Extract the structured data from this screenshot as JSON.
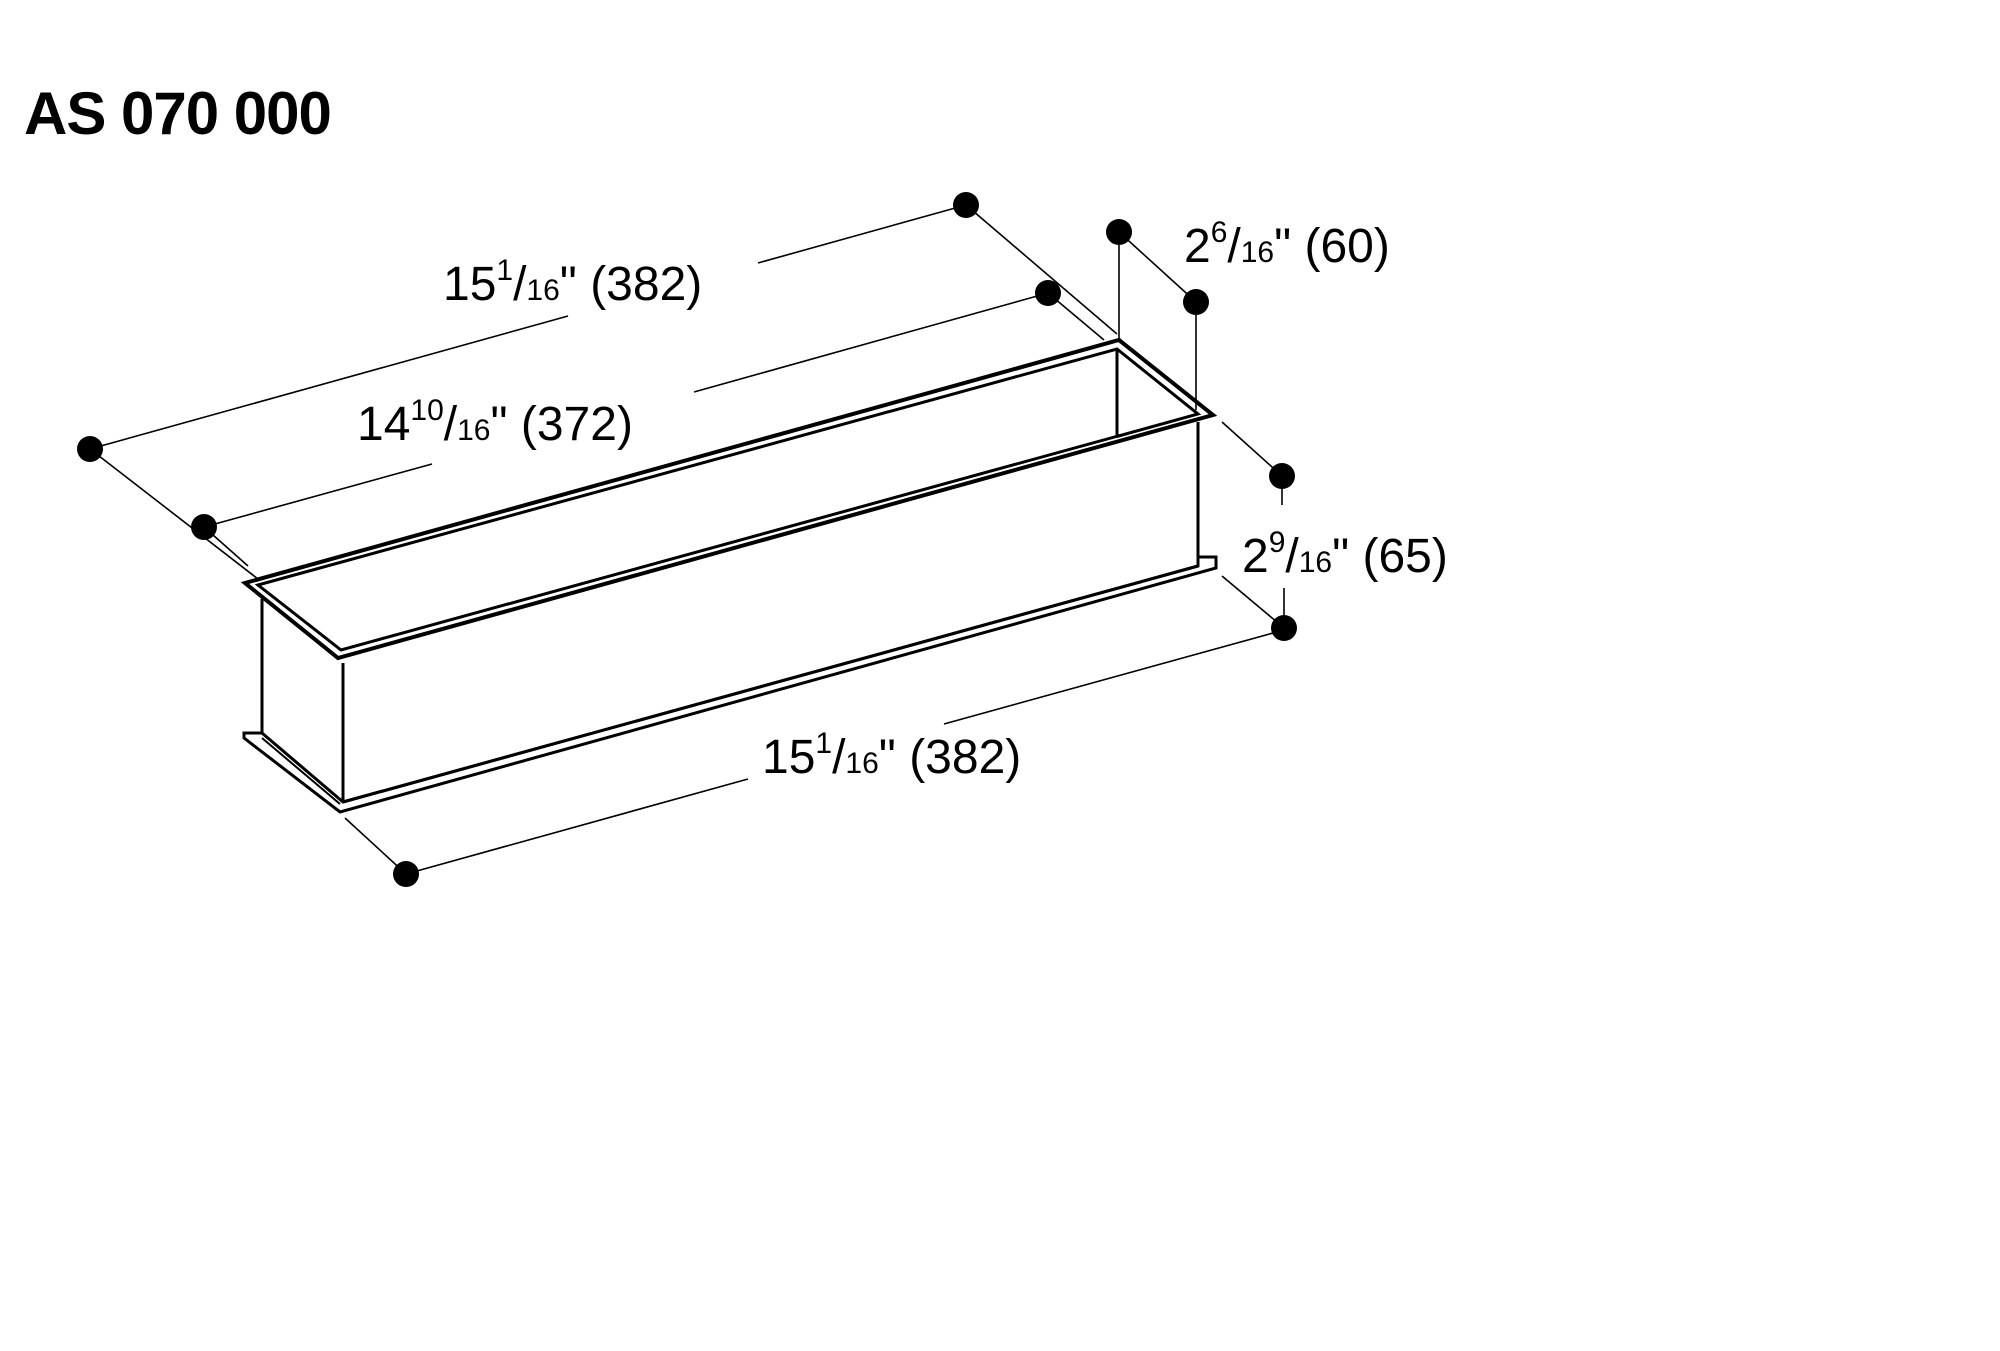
{
  "title": "AS 070 000",
  "colors": {
    "ink": "#000000",
    "background": "#ffffff"
  },
  "dimensions": {
    "top_length": {
      "whole": "15",
      "numerator": "1",
      "denominator": "16",
      "inch_mark": "\"",
      "metric": "(382)"
    },
    "inner_length": {
      "whole": "14",
      "numerator": "10",
      "denominator": "16",
      "inch_mark": "\"",
      "metric": "(372)"
    },
    "depth": {
      "whole": "2",
      "numerator": "6",
      "denominator": "16",
      "inch_mark": "\"",
      "metric": "(60)"
    },
    "height": {
      "whole": "2",
      "numerator": "9",
      "denominator": "16",
      "inch_mark": "\"",
      "metric": "(65)"
    },
    "bottom_length": {
      "whole": "15",
      "numerator": "1",
      "denominator": "16",
      "inch_mark": "\"",
      "metric": "(382)"
    }
  }
}
